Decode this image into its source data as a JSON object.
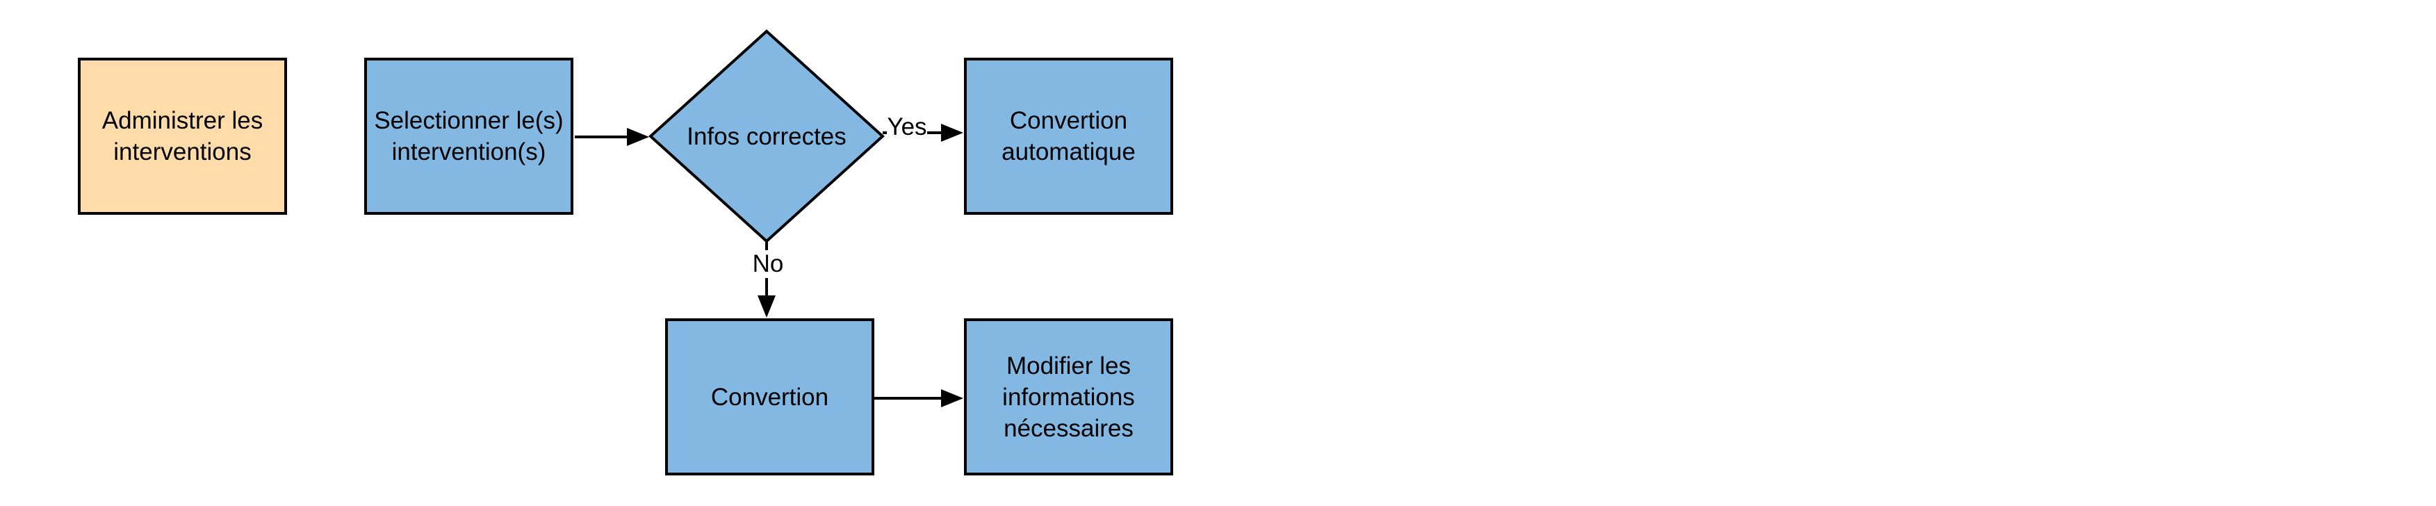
{
  "diagram": {
    "type": "flowchart",
    "colors": {
      "background": "#ffffff",
      "node_blue": "#82b8e1",
      "node_orange": "#ffdca9",
      "border": "#000000",
      "text": "#000000"
    },
    "nodes": {
      "admin": {
        "label": "Administrer les\ninterventions",
        "shape": "rectangle",
        "fill": "#ffdca9"
      },
      "select": {
        "label": "Selectionner le(s)\nintervention(s)",
        "shape": "rectangle",
        "fill": "#82b8e1"
      },
      "decision": {
        "label": "Infos correctes",
        "shape": "diamond",
        "fill": "#82b8e1"
      },
      "auto": {
        "label": "Convertion\nautomatique",
        "shape": "rectangle",
        "fill": "#82b8e1"
      },
      "convert": {
        "label": "Convertion",
        "shape": "rectangle",
        "fill": "#82b8e1"
      },
      "modify": {
        "label": "Modifier les\ninformations\nnécessaires",
        "shape": "rectangle",
        "fill": "#82b8e1"
      }
    },
    "edges": {
      "select_to_decision": {
        "from": "select",
        "to": "decision",
        "label": ""
      },
      "decision_to_auto": {
        "from": "decision",
        "to": "auto",
        "label": "Yes"
      },
      "decision_to_convert": {
        "from": "decision",
        "to": "convert",
        "label": "No"
      },
      "convert_to_modify": {
        "from": "convert",
        "to": "modify",
        "label": ""
      }
    }
  }
}
